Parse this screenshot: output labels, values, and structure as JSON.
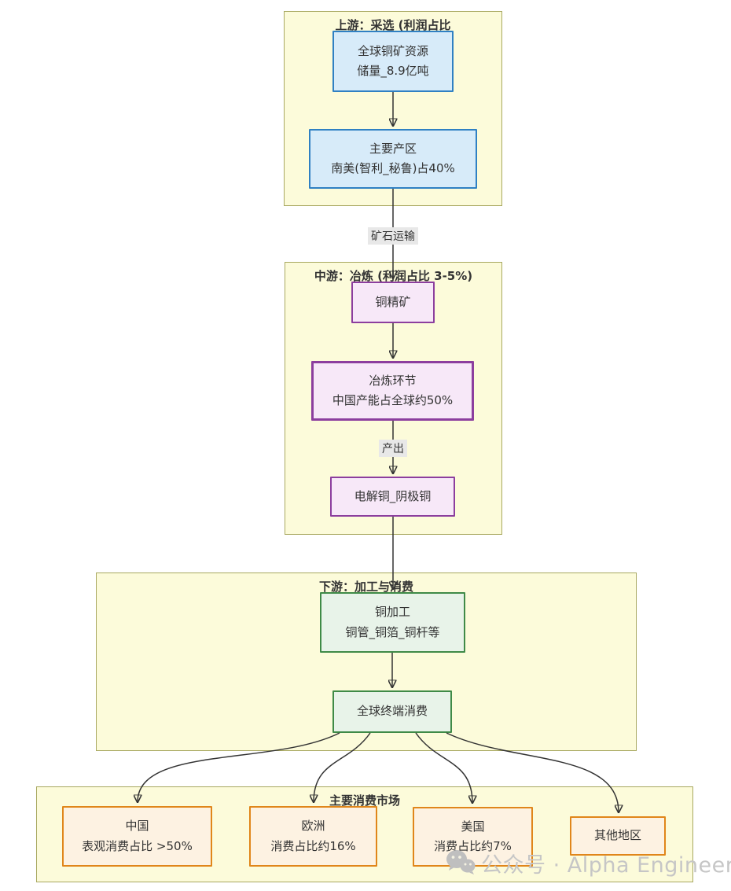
{
  "upstream": {
    "title": "上游：采选 (利润占比",
    "nodes": [
      {
        "lines": [
          "全球铜矿资源",
          "储量_8.9亿吨"
        ]
      },
      {
        "lines": [
          "主要产区",
          "南美(智利_秘鲁)占40%"
        ]
      }
    ]
  },
  "midstream": {
    "title": "中游：冶炼 (利润占比 3-5%)",
    "nodes": [
      {
        "lines": [
          "铜精矿"
        ]
      },
      {
        "lines": [
          "冶炼环节",
          "中国产能占全球约50%"
        ]
      },
      {
        "lines": [
          "电解铜_阴极铜"
        ]
      }
    ]
  },
  "downstream": {
    "title": "下游：加工与消费",
    "nodes": [
      {
        "lines": [
          "铜加工",
          "铜管_铜箔_铜杆等"
        ]
      },
      {
        "lines": [
          "全球终端消费"
        ]
      }
    ]
  },
  "markets": {
    "title": "主要消费市场",
    "nodes": [
      {
        "lines": [
          "中国",
          "表观消费占比 >50%"
        ]
      },
      {
        "lines": [
          "欧洲",
          "消费占比约16%"
        ]
      },
      {
        "lines": [
          "美国",
          "消费占比约7%"
        ]
      },
      {
        "lines": [
          "其他地区"
        ]
      }
    ]
  },
  "edge_labels": {
    "transport": "矿石运输",
    "output": "产出"
  },
  "watermark": {
    "text": "公众号 · Alpha Engineer"
  },
  "colors": {
    "subgraph_fill": "#fcfbda",
    "subgraph_border": "#a8a860",
    "node_blue_fill": "#d7ebf9",
    "node_blue_border": "#2f80c3",
    "node_purple_fill": "#f7e8f8",
    "node_purple_border": "#8c3e9e",
    "node_green_fill": "#e8f3e9",
    "node_green_border": "#3f8a47",
    "node_orange_fill": "#fdf2e2",
    "node_orange_border": "#e0861a",
    "edge_stroke": "#333333",
    "edge_label_bg": "#e8e8e8",
    "watermark_text": "#c6c6c6"
  }
}
